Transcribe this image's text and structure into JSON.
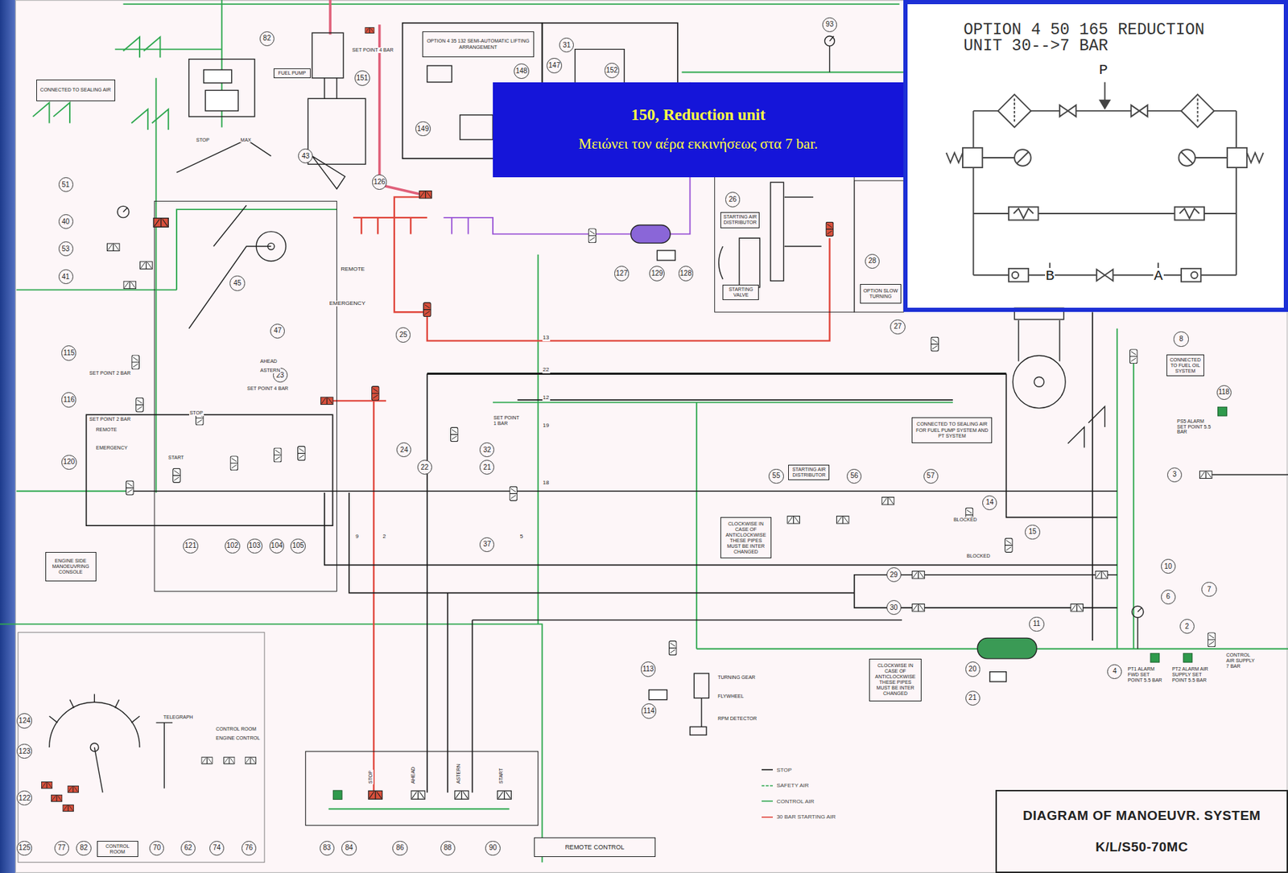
{
  "diagram": {
    "nodes": [
      {
        "text": [
          "150, Reduction unit",
          "Μειώνει τον αέρα εκκινήσεως στα 7 bar."
        ]
      },
      {
        "text": [
          "OPTION 4 50 165 REDUCTION UNIT 30-->7 BAR"
        ]
      },
      {
        "text": [
          "CONNECTED TO SEALING AIR"
        ]
      },
      {
        "text": [
          "FUEL PUMP"
        ]
      },
      {
        "text": [
          "OPTION 4 35 132 SEMI-AUTOMATIC LIFTING ARRANGEMENT"
        ]
      },
      {
        "text": [
          "STARTING AIR DISTRIBUTOR"
        ]
      },
      {
        "text": [
          "STARTING VALVE"
        ]
      },
      {
        "text": [
          "OPTION SLOW TURNING"
        ]
      },
      {
        "text": [
          "STARTING AIR DISTRIBUTOR"
        ]
      },
      {
        "text": [
          "CLOCKWISE IN CASE OF ANTICLOCKWISE THESE PIPES MUST BE INTER CHANGED"
        ]
      },
      {
        "text": [
          "CONNECTED TO SEALING AIR FOR FUEL PUMP SYSTEM AND PT SYSTEM"
        ]
      },
      {
        "text": [
          "CLOCKWISE IN CASE OF ANTICLOCKWISE THESE PIPES MUST BE INTER CHANGED"
        ]
      },
      {
        "text": [
          "CONNECTED TO FUEL OIL SYSTEM"
        ]
      },
      {
        "text": [
          "ENGINE SIDE MANOEUVRING CONSOLE"
        ]
      },
      {
        "text": [
          "REMOTE CONTROL"
        ]
      },
      {
        "text": [
          "CONTROL ROOM"
        ]
      },
      {
        "text": [
          "DIAGRAM OF MANOEUVR. SYSTEM",
          "K/L/S50-70MC"
        ]
      },
      {
        "text": [
          "82"
        ]
      },
      {
        "text": [
          "151"
        ]
      },
      {
        "text": [
          "31"
        ]
      },
      {
        "text": [
          "147"
        ]
      },
      {
        "text": [
          "148"
        ]
      },
      {
        "text": [
          "152"
        ]
      },
      {
        "text": [
          "149"
        ]
      },
      {
        "text": [
          "93"
        ]
      },
      {
        "text": [
          "51"
        ]
      },
      {
        "text": [
          "40"
        ]
      },
      {
        "text": [
          "53"
        ]
      },
      {
        "text": [
          "41"
        ]
      },
      {
        "text": [
          "43"
        ]
      },
      {
        "text": [
          "126"
        ]
      },
      {
        "text": [
          "26"
        ]
      },
      {
        "text": [
          "28"
        ]
      },
      {
        "text": [
          "127"
        ]
      },
      {
        "text": [
          "129"
        ]
      },
      {
        "text": [
          "128"
        ]
      },
      {
        "text": [
          "45"
        ]
      },
      {
        "text": [
          "47"
        ]
      },
      {
        "text": [
          "25"
        ]
      },
      {
        "text": [
          "27"
        ]
      },
      {
        "text": [
          "8"
        ]
      },
      {
        "text": [
          "115"
        ]
      },
      {
        "text": [
          "116"
        ]
      },
      {
        "text": [
          "23"
        ]
      },
      {
        "text": [
          "24"
        ]
      },
      {
        "text": [
          "32"
        ]
      },
      {
        "text": [
          "22"
        ]
      },
      {
        "text": [
          "21"
        ]
      },
      {
        "text": [
          "118"
        ]
      },
      {
        "text": [
          "3"
        ]
      },
      {
        "text": [
          "120"
        ]
      },
      {
        "text": [
          "55"
        ]
      },
      {
        "text": [
          "56"
        ]
      },
      {
        "text": [
          "57"
        ]
      },
      {
        "text": [
          "14"
        ]
      },
      {
        "text": [
          "15"
        ]
      },
      {
        "text": [
          "121"
        ]
      },
      {
        "text": [
          "102"
        ]
      },
      {
        "text": [
          "103"
        ]
      },
      {
        "text": [
          "104"
        ]
      },
      {
        "text": [
          "105"
        ]
      },
      {
        "text": [
          "37"
        ]
      },
      {
        "text": [
          "29"
        ]
      },
      {
        "text": [
          "10"
        ]
      },
      {
        "text": [
          "30"
        ]
      },
      {
        "text": [
          "11"
        ]
      },
      {
        "text": [
          "6"
        ]
      },
      {
        "text": [
          "7"
        ]
      },
      {
        "text": [
          "2"
        ]
      },
      {
        "text": [
          "4"
        ]
      },
      {
        "text": [
          "20"
        ]
      },
      {
        "text": [
          "21"
        ]
      },
      {
        "text": [
          "113"
        ]
      },
      {
        "text": [
          "114"
        ]
      },
      {
        "text": [
          "124"
        ]
      },
      {
        "text": [
          "123"
        ]
      },
      {
        "text": [
          "122"
        ]
      },
      {
        "text": [
          "125"
        ]
      },
      {
        "text": [
          "77"
        ]
      },
      {
        "text": [
          "82"
        ]
      },
      {
        "text": [
          "70"
        ]
      },
      {
        "text": [
          "62"
        ]
      },
      {
        "text": [
          "74"
        ]
      },
      {
        "text": [
          "76"
        ]
      },
      {
        "text": [
          "83"
        ]
      },
      {
        "text": [
          "84"
        ]
      },
      {
        "text": [
          "86"
        ]
      },
      {
        "text": [
          "88"
        ]
      },
      {
        "text": [
          "90"
        ]
      }
    ],
    "labels": [
      "STOP",
      "MAX",
      "SET POINT 4 BAR",
      "REMOTE",
      "EMERGENCY",
      "SET POINT 2 BAR",
      "SET POINT 2 BAR",
      "REMOTE",
      "EMERGENCY",
      "STOP",
      "START",
      "AHEAD",
      "ASTERN",
      "SET POINT 4 BAR",
      "SET POINT 1 BAR",
      "TURNING GEAR",
      "FLYWHEEL",
      "RPM DETECTOR",
      "PT1 ALARM FWD SET POINT 5.5 BAR",
      "PT2 ALARM AIR SUPPLY SET POINT 5.5 BAR",
      "CONTROL AIR SUPPLY 7 BAR",
      "PS5 ALARM SET POINT 5.5 BAR",
      "TELEGRAPH",
      "CONTROL ROOM",
      "ENGINE CONTROL",
      "BLOCKED",
      "BLOCKED",
      "13",
      "22",
      "12",
      "19",
      "18",
      "9",
      "2",
      "5",
      "STOP",
      "AHEAD",
      "ASTERN",
      "START",
      "P",
      "B",
      "A"
    ],
    "legend": [
      {
        "text": "STOP"
      },
      {
        "text": "SAFETY AIR"
      },
      {
        "text": "CONTROL AIR"
      },
      {
        "text": "30 BAR STARTING AIR"
      }
    ]
  }
}
